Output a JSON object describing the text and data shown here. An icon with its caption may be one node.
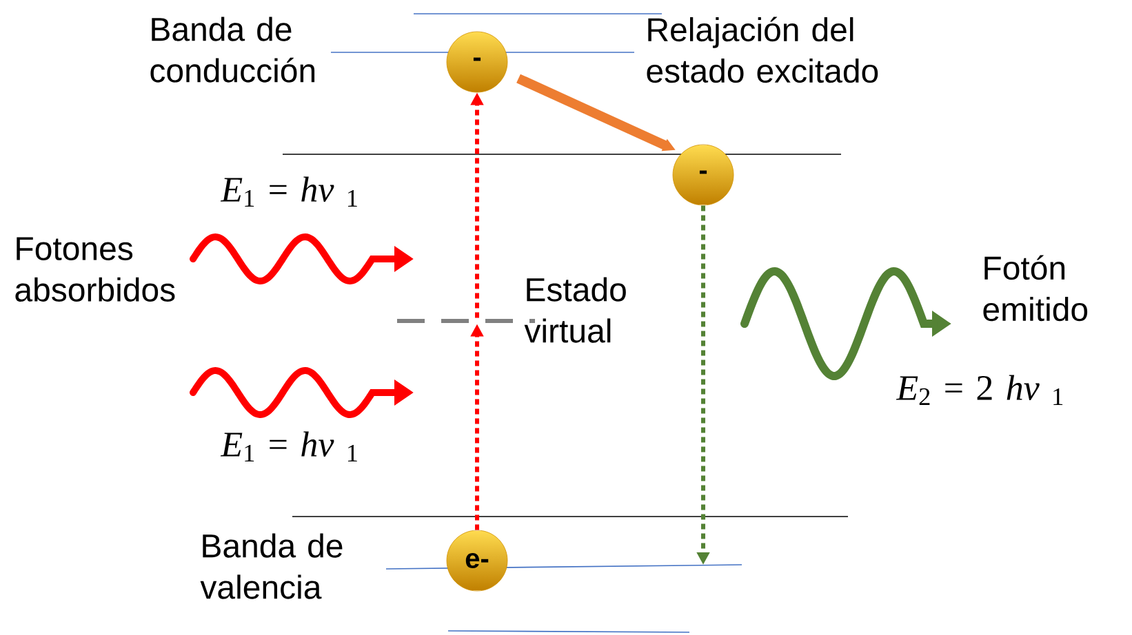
{
  "diagram": {
    "nodes": [
      {
        "text": [
          "-"
        ]
      },
      {
        "text": [
          "-"
        ]
      },
      {
        "text": [
          "e-"
        ]
      },
      {
        "text": [],
        "shape": "bar",
        "beside": [
          "Estado virtual"
        ]
      }
    ],
    "edges": [
      {
        "from": 2,
        "to": 3,
        "arrow": "to",
        "style": "dashed",
        "color": "#ff0000"
      },
      {
        "from": 3,
        "to": 0,
        "arrow": "to",
        "style": "dashed",
        "color": "#ff0000"
      },
      {
        "from": 0,
        "to": 1,
        "arrow": "to",
        "style": "thick",
        "color": "#ed7d31"
      },
      {
        "from": 1,
        "to": null,
        "arrow": "to",
        "style": "dashed",
        "color": "#548235"
      }
    ],
    "labels": [
      "Banda de conducción",
      "Relajación del estado excitado",
      "*E*$_{1}$ = *hν* $_{1}$",
      "Fotones absorbidos",
      "Fotón emitido",
      "*E*$_{2}$ = 2 *hν* $_{1}$",
      "*E*$_{1}$ = *hν* $_{1}$",
      "Banda de valencia"
    ]
  }
}
